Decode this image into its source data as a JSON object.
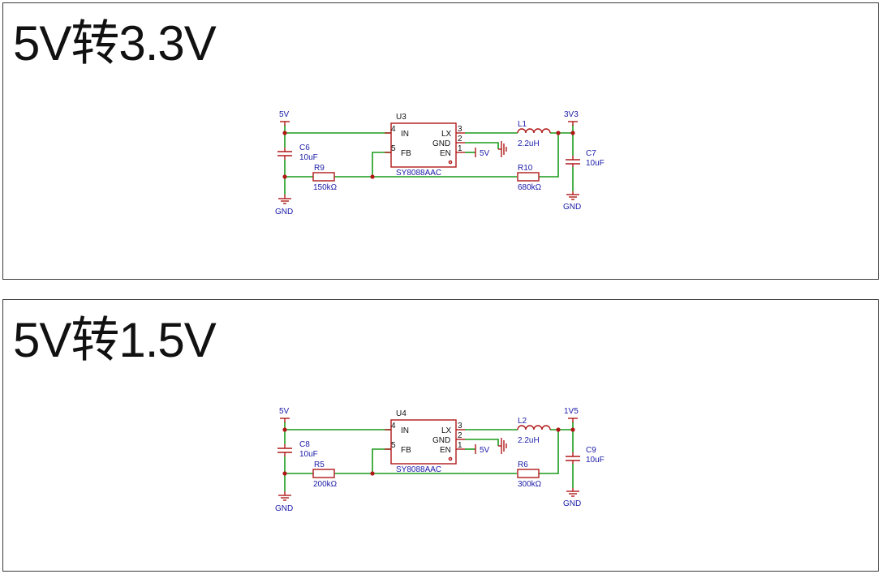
{
  "sections": [
    {
      "title": "5V转3.3V",
      "ic": {
        "ref": "U3",
        "part": "SY8088AAC",
        "pins": {
          "in": "IN",
          "fb": "FB",
          "lx": "LX",
          "gnd": "GND",
          "en": "EN",
          "n4": "4",
          "n5": "5",
          "n3": "3",
          "n2": "2",
          "n1": "1"
        }
      },
      "input_net": "5V",
      "en_net": "5V",
      "output_net": "3V3",
      "gnd_label_left": "GND",
      "gnd_label_right": "GND",
      "cin": {
        "ref": "C6",
        "value": "10uF"
      },
      "cout": {
        "ref": "C7",
        "value": "10uF"
      },
      "inductor": {
        "ref": "L1",
        "value": "2.2uH"
      },
      "r_low": {
        "ref": "R9",
        "value": "150kΩ"
      },
      "r_high": {
        "ref": "R10",
        "value": "680kΩ"
      }
    },
    {
      "title": "5V转1.5V",
      "ic": {
        "ref": "U4",
        "part": "SY8088AAC",
        "pins": {
          "in": "IN",
          "fb": "FB",
          "lx": "LX",
          "gnd": "GND",
          "en": "EN",
          "n4": "4",
          "n5": "5",
          "n3": "3",
          "n2": "2",
          "n1": "1"
        }
      },
      "input_net": "5V",
      "en_net": "5V",
      "output_net": "1V5",
      "gnd_label_left": "GND",
      "gnd_label_right": "GND",
      "cin": {
        "ref": "C8",
        "value": "10uF"
      },
      "cout": {
        "ref": "C9",
        "value": "10uF"
      },
      "inductor": {
        "ref": "L2",
        "value": "2.2uH"
      },
      "r_low": {
        "ref": "R5",
        "value": "200kΩ"
      },
      "r_high": {
        "ref": "R6",
        "value": "300kΩ"
      }
    }
  ],
  "colors": {
    "wire": "#1b9b1b",
    "component": "#b01818",
    "label": "#1a1aa8",
    "border": "#3a3a3a"
  }
}
